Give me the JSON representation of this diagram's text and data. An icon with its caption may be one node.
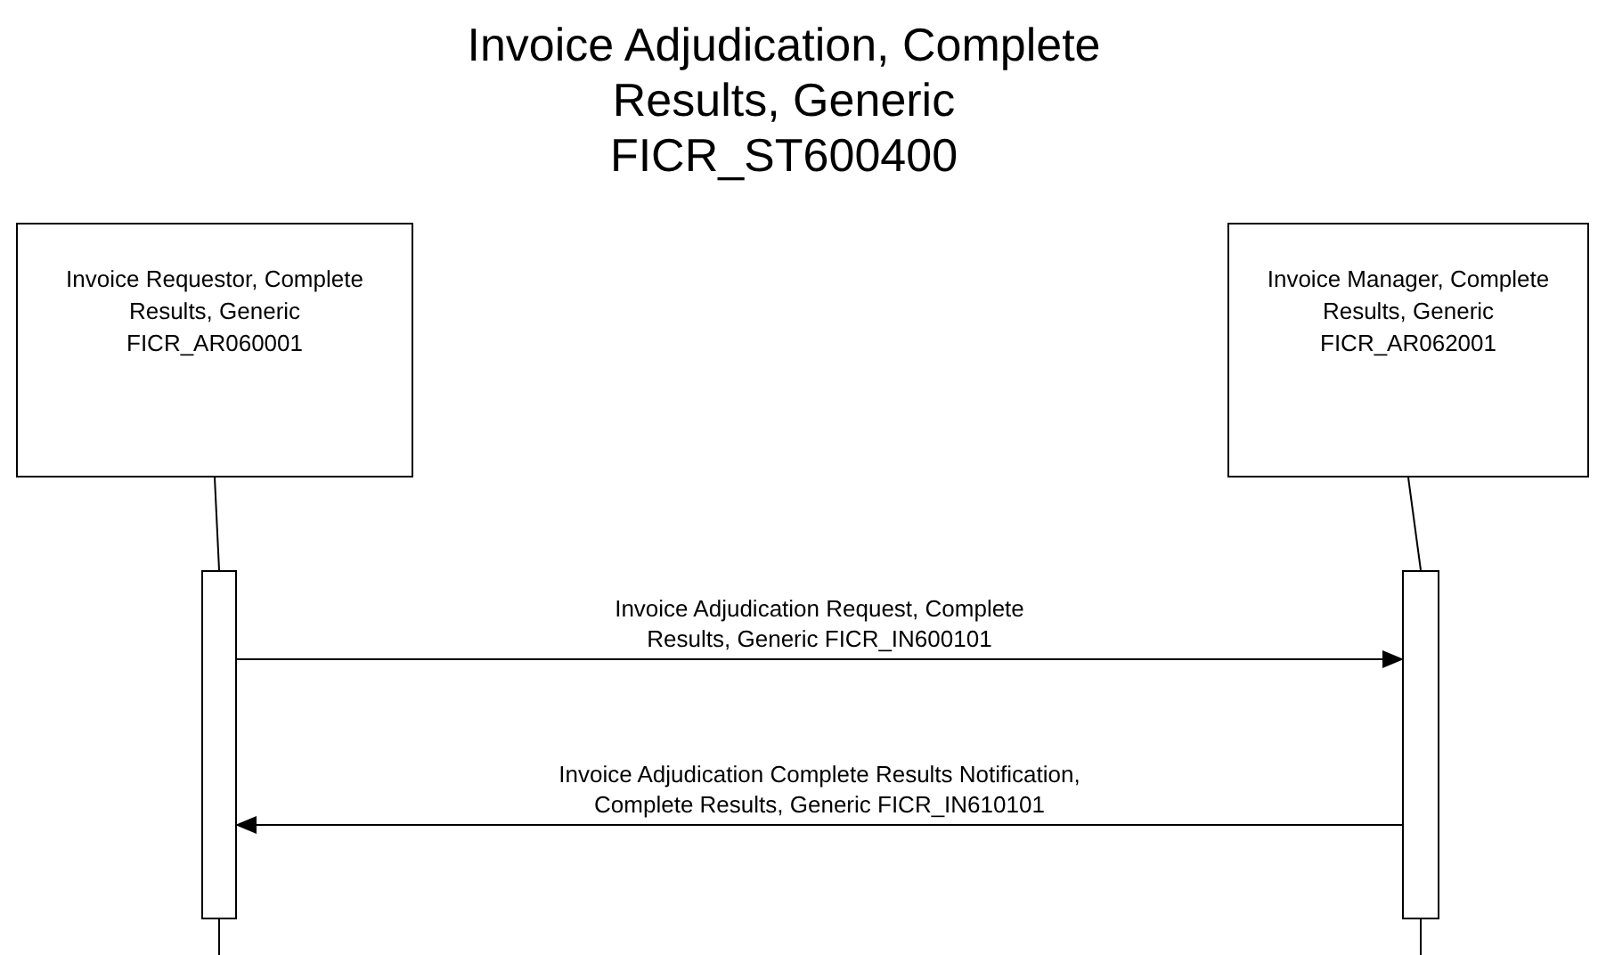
{
  "diagram": {
    "title": "Invoice Adjudication, Complete Results, Generic FICR_ST600400",
    "nodes": [
      {
        "text": [
          "Invoice Requestor, Complete Results, Generic FICR_AR060001"
        ]
      },
      {
        "text": [
          "Invoice Manager, Complete Results, Generic FICR_AR062001"
        ]
      },
      {
        "text": [],
        "shape": "bar"
      },
      {
        "text": [],
        "shape": "bar"
      }
    ],
    "edges": [
      {
        "from": 0,
        "to": 2,
        "arrow": "none"
      },
      {
        "from": 1,
        "to": 3,
        "arrow": "none"
      },
      {
        "from": 2,
        "to": 3,
        "arrow": "to",
        "label": "Invoice Adjudication Request, Complete Results, Generic FICR_IN600101"
      },
      {
        "from": 3,
        "to": 2,
        "arrow": "to",
        "label": "Invoice Adjudication Complete Results Notification, Complete Results, Generic FICR_IN610101"
      }
    ]
  }
}
